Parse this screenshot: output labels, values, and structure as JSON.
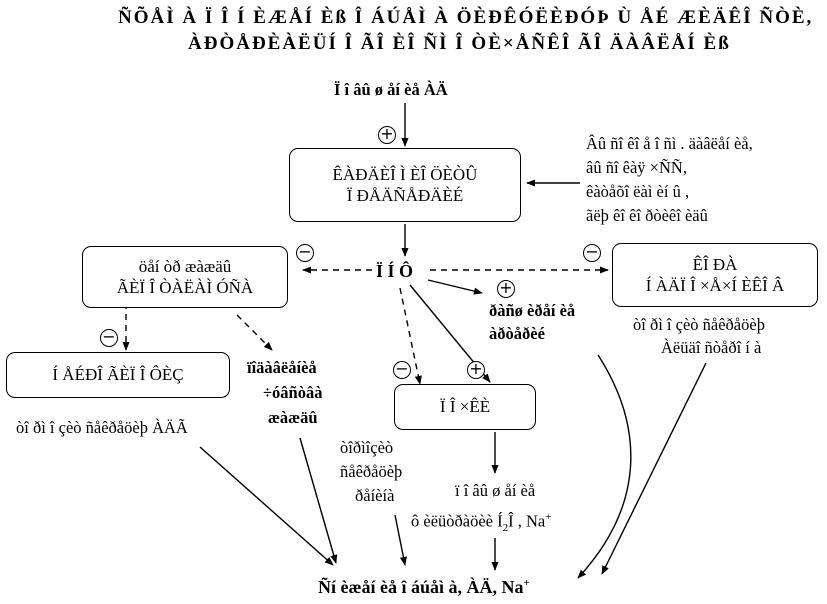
{
  "title": {
    "line1": "ÑÕÅÌ À Ï Î Í ÈÆÅÍ Èß Î ÁÚÅÌ À ÖÈÐÊÓËÈÐÓÞ Ù ÅÉ ÆÈÄÊÎ ÑÒÈ,",
    "line2": "ÀÐÒÅÐÈÀËÜÍ Î ÃÎ ÈÎ ÑÌ Î ÒÈ×ÅÑÊÎ ÃÎ ÄÀÂËÅÍ Èß"
  },
  "nodes": {
    "top_trigger": "Ï î âû ø åí èå ÀÄ",
    "baroreceptors": {
      "line1": "ÊÀÐÄÈÎ Ì ÈÎ ÖÈÒÛ",
      "line2": "Ï ÐÅÄÑÅÐÄÈÉ"
    },
    "factors": {
      "line1": "Âû ñî êî å î ñì . äàâëåí èå,",
      "line2": "âû ñî êàÿ ×ÑÑ,",
      "line3": "êàòåõî ëàì èí û ,",
      "line4": "ãëþ êî êî ðòèêî èäû"
    },
    "center": "Ï Í Ô",
    "thirst": {
      "line1": "öåí òð æàæäû",
      "line2": "ÃÈÏ Î ÒÀËÀÌ ÓÑÀ"
    },
    "kidney": {
      "line1": "ÊÎ ÐÀ",
      "line2": "Í ÀÄÏ Î ×Å×Í ÈÊÎ Â"
    },
    "vasodilation": {
      "line1": "ðàñø èðåí èå",
      "line2": "àðòåðèé"
    },
    "neuro": "Í ÅÉÐÎ ÃÈÏ Î ÔÈÇ",
    "suppress_thirst": {
      "line1": "ïîäàâëåíèå",
      "line2": "÷óâñòâà",
      "line3": "æàæäû"
    },
    "kidneys": "Ï Î ×ÊÈ",
    "adh_inhibition": "òî ðì î çèò ñåêðåöèþ ÀÄÃ",
    "renin_inhibition": {
      "line1": "òîðìîçèò",
      "line2": "ñåêðåöèþ",
      "line3": "ðåíèíà"
    },
    "aldo_inhibition": {
      "line1": "òî ðì î çèò ñåêðåöèþ",
      "line2": "Àëüäî ñòåðî í à"
    },
    "filtration": {
      "line1": "ï î âû ø åí èå",
      "line2_pre": "ô èëüòðàöèè  Í",
      "line2_sub": "2",
      "line2_post": "Î , Na",
      "line2_sup": "+"
    },
    "result_pre": "Ñí èæåí èå î áúåì à, ÀÄ, Na",
    "result_sup": "+"
  },
  "signs": {
    "plus": "+",
    "minus": "−"
  }
}
